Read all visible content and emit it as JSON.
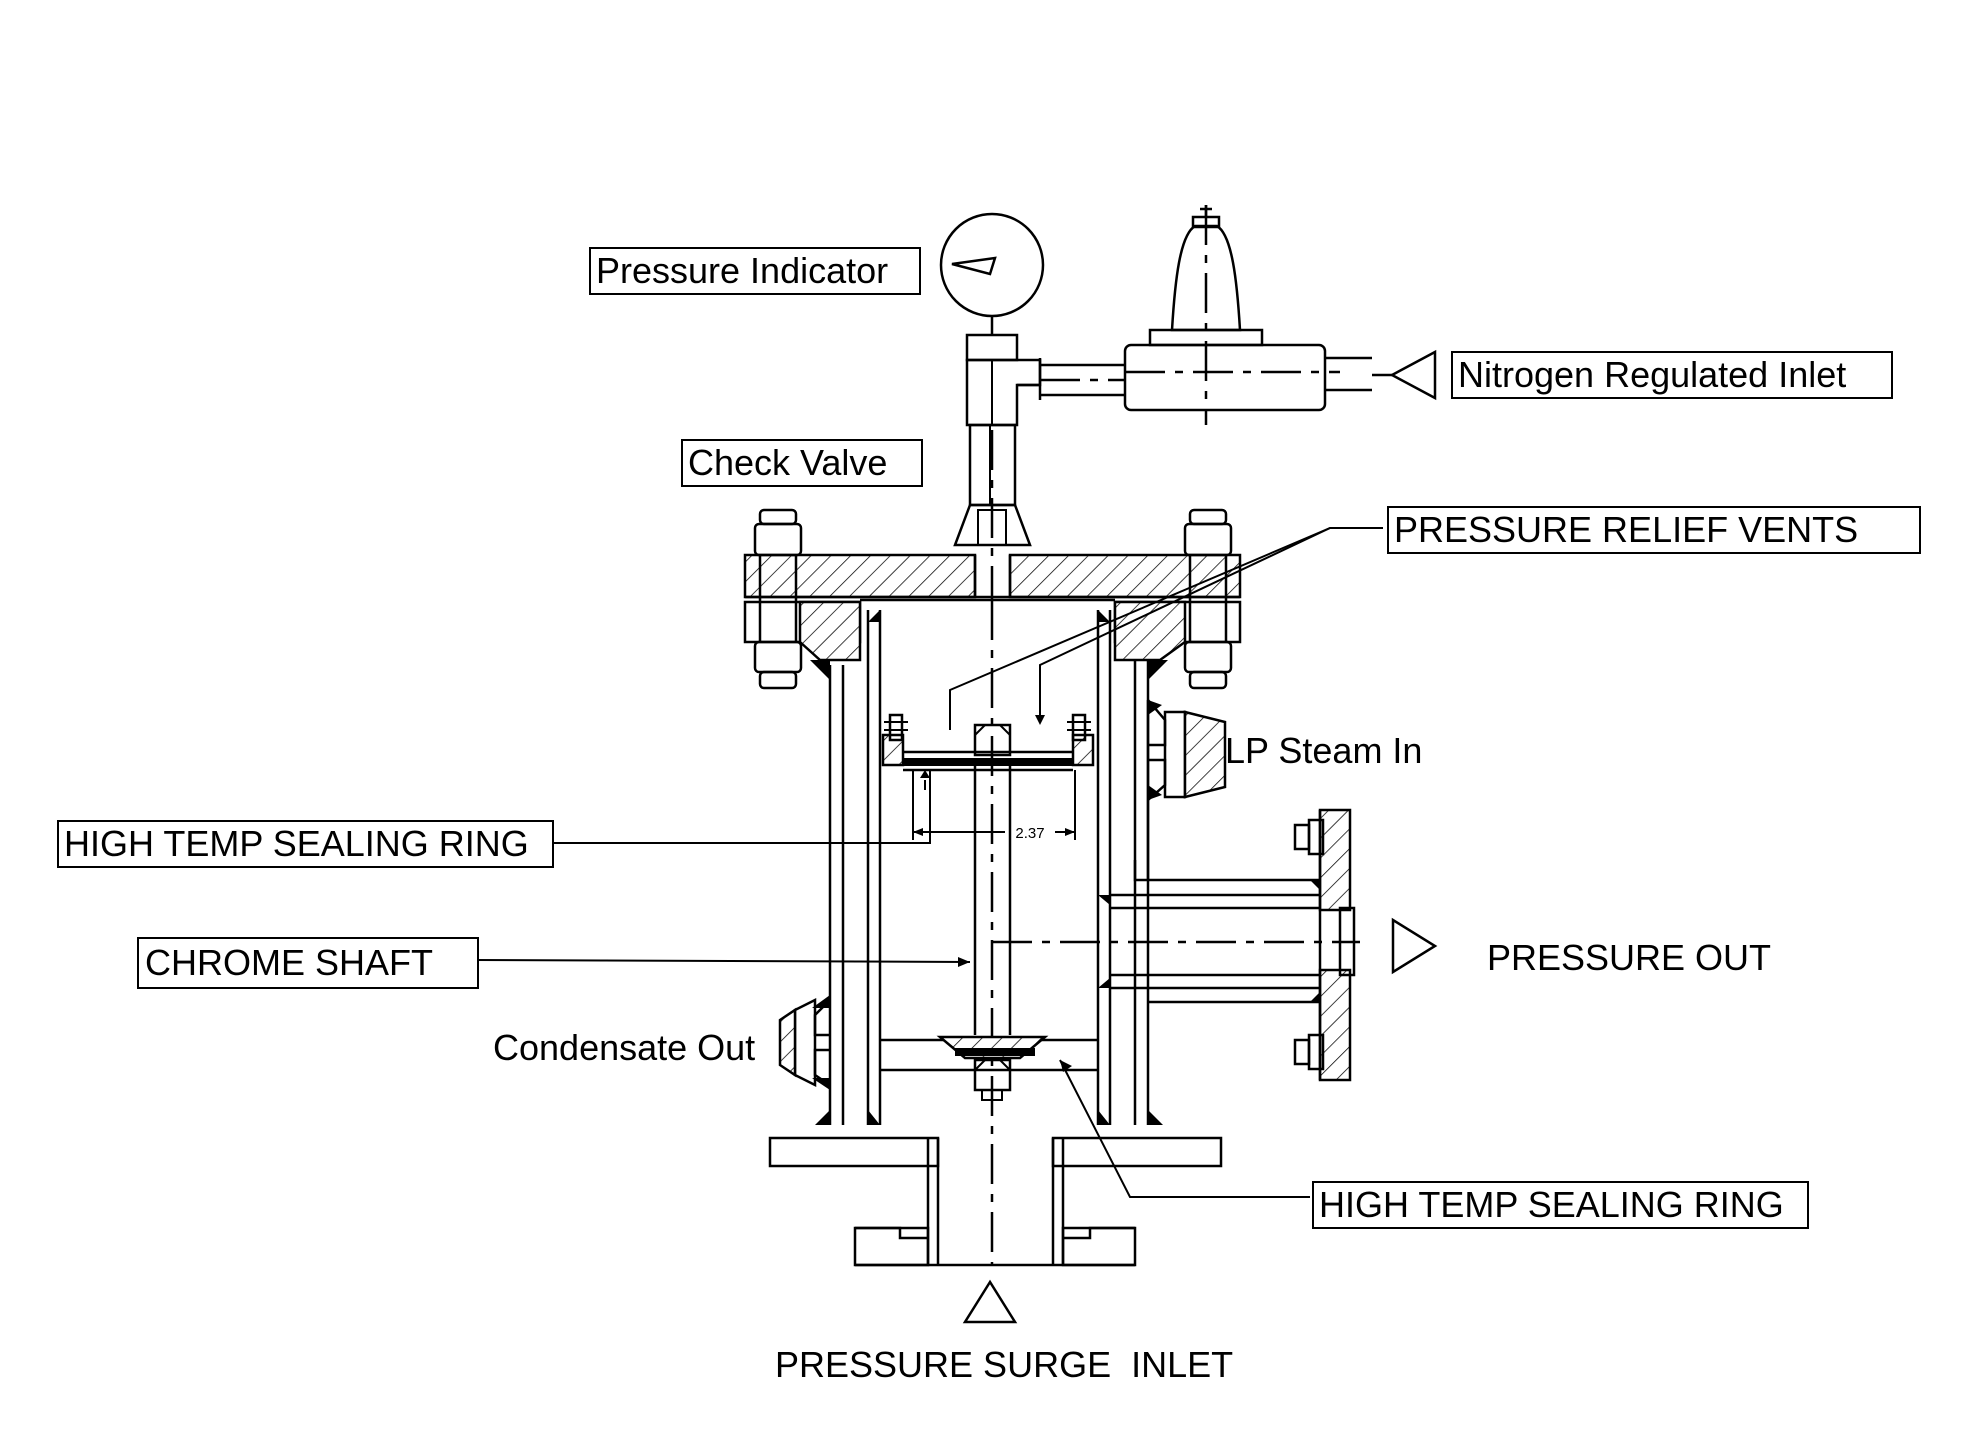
{
  "labels": {
    "pressure_indicator": "Pressure Indicator",
    "nitrogen_inlet": "Nitrogen Regulated Inlet",
    "check_valve": "Check Valve",
    "pressure_relief_vents": "PRESSURE RELIEF VENTS",
    "lp_steam_in": "LP Steam In",
    "high_temp_sealing_ring_left": "HIGH TEMP SEALING RING",
    "chrome_shaft": "CHROME SHAFT",
    "pressure_out": "PRESSURE OUT",
    "condensate_out": "Condensate Out",
    "high_temp_sealing_ring_right": "HIGH TEMP SEALING RING",
    "pressure_surge_inlet": "PRESSURE SURGE  INLET"
  },
  "dimensions": {
    "plate_span": "2.37"
  }
}
